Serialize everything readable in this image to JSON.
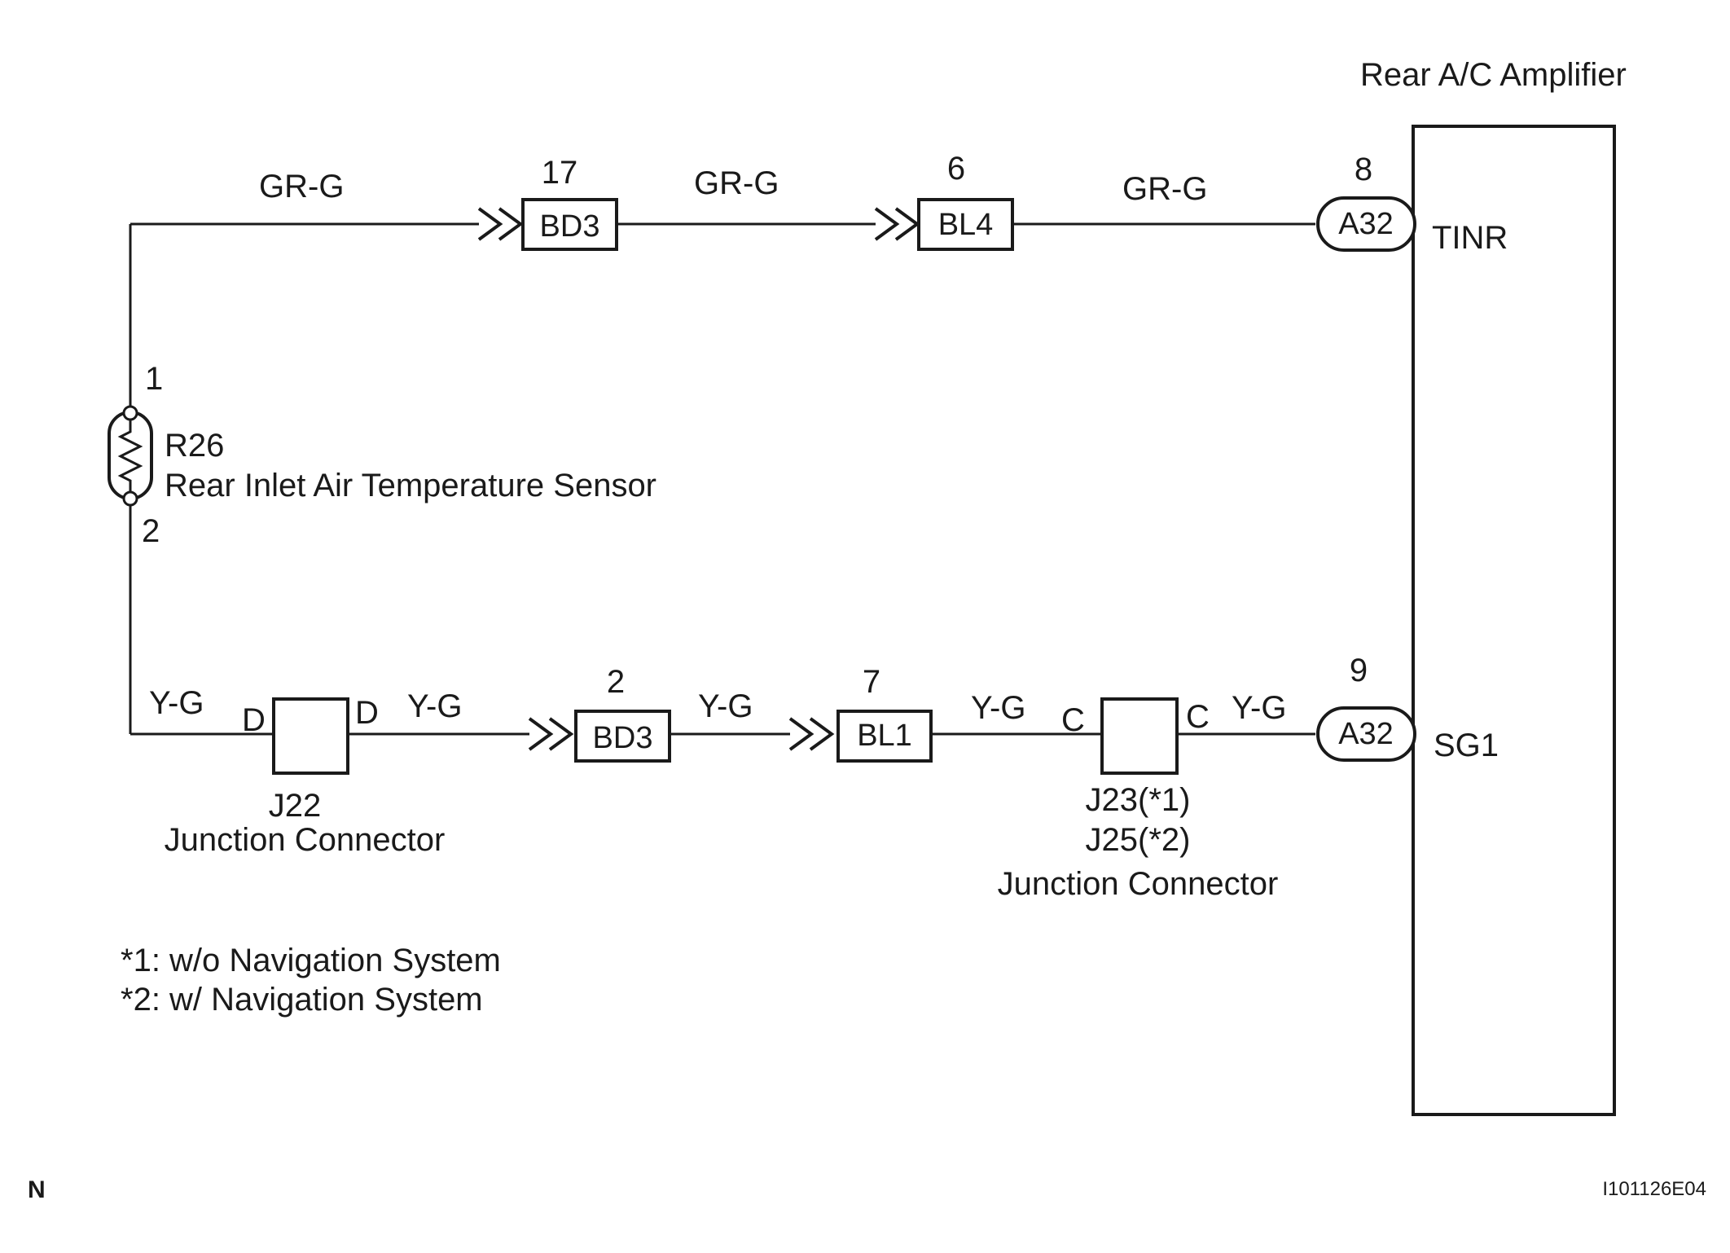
{
  "amplifier": {
    "title": "Rear A/C Amplifier",
    "terminal_top": "TINR",
    "terminal_bottom": "SG1"
  },
  "sensor": {
    "id": "R26",
    "name": "Rear Inlet Air Temperature Sensor",
    "pin_top": "1",
    "pin_bottom": "2"
  },
  "top_circuit": {
    "wire_1": "GR-G",
    "wire_2": "GR-G",
    "wire_3": "GR-G",
    "conn_1": {
      "label": "BD3",
      "pin": "17"
    },
    "conn_2": {
      "label": "BL4",
      "pin": "6"
    },
    "amp_conn": {
      "label": "A32",
      "pin": "8"
    }
  },
  "bottom_circuit": {
    "wire_1": "Y-G",
    "wire_2": "Y-G",
    "wire_3": "Y-G",
    "wire_4": "Y-G",
    "wire_5": "Y-G",
    "junction_1": {
      "pin_left": "D",
      "pin_right": "D",
      "label": "J22",
      "name": "Junction Connector"
    },
    "conn_1": {
      "label": "BD3",
      "pin": "2"
    },
    "conn_2": {
      "label": "BL1",
      "pin": "7"
    },
    "junction_2": {
      "pin_left": "C",
      "pin_right": "C",
      "label_1": "J23(*1)",
      "label_2": "J25(*2)",
      "name": "Junction Connector"
    },
    "amp_conn": {
      "label": "A32",
      "pin": "9"
    }
  },
  "notes": {
    "note_1": "*1: w/o Navigation System",
    "note_2": "*2: w/ Navigation System"
  },
  "corner_mark": "N",
  "figure_id": "I101126E04"
}
